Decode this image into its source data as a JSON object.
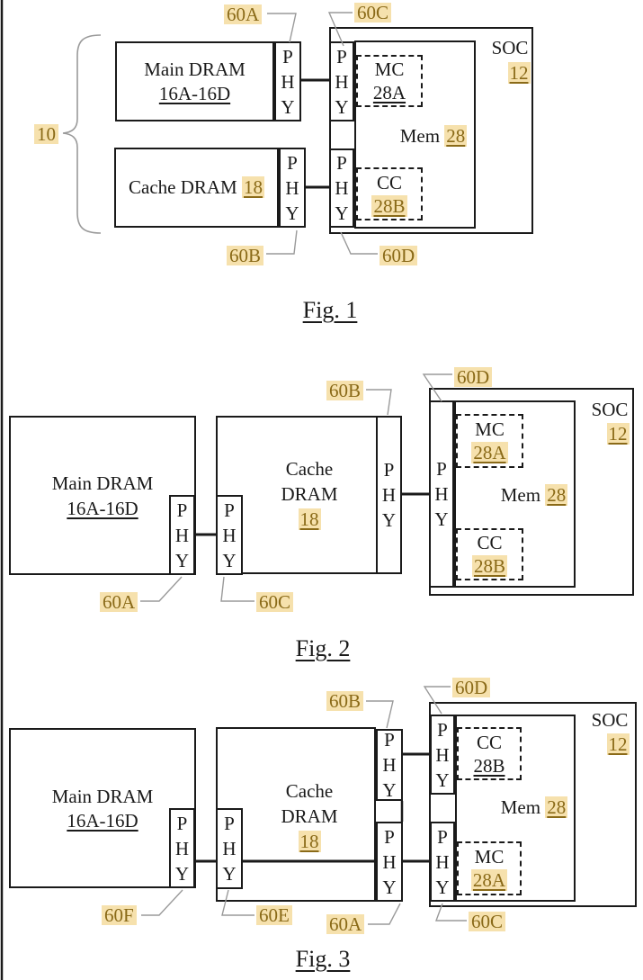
{
  "colors": {
    "ink": "#1a1a1a",
    "ref_text": "#8a6a18",
    "ref_highlight": "#f6e1ad",
    "leader_line": "#9a9a9a"
  },
  "phy": {
    "p": "P",
    "h": "H",
    "y": "Y"
  },
  "fig1": {
    "caption": "Fig. 1",
    "brace_ref": "10",
    "main_title": "Main DRAM",
    "main_ref": "16A-16D",
    "cache_title": "Cache DRAM",
    "cache_ref": "18",
    "soc_title": "SOC",
    "soc_ref": "12",
    "mem_title": "Mem",
    "mem_ref": "28",
    "mc_title": "MC",
    "mc_ref": "28A",
    "cc_title": "CC",
    "cc_ref": "28B",
    "ref_60a": "60A",
    "ref_60b": "60B",
    "ref_60c": "60C",
    "ref_60d": "60D"
  },
  "fig2": {
    "caption": "Fig. 2",
    "main_title": "Main DRAM",
    "main_ref": "16A-16D",
    "cache_line1": "Cache",
    "cache_line2": "DRAM",
    "cache_ref": "18",
    "soc_title": "SOC",
    "soc_ref": "12",
    "mem_title": "Mem",
    "mem_ref": "28",
    "mc_title": "MC",
    "mc_ref": "28A",
    "cc_title": "CC",
    "cc_ref": "28B",
    "ref_60a": "60A",
    "ref_60b": "60B",
    "ref_60c": "60C",
    "ref_60d": "60D"
  },
  "fig3": {
    "caption": "Fig. 3",
    "main_title": "Main DRAM",
    "main_ref": "16A-16D",
    "cache_line1": "Cache",
    "cache_line2": "DRAM",
    "cache_ref": "18",
    "soc_title": "SOC",
    "soc_ref": "12",
    "mem_title": "Mem",
    "mem_ref": "28",
    "mc_title": "MC",
    "mc_ref": "28A",
    "cc_title": "CC",
    "cc_ref": "28B",
    "ref_60a": "60A",
    "ref_60b": "60B",
    "ref_60c": "60C",
    "ref_60d": "60D",
    "ref_60e": "60E",
    "ref_60f": "60F"
  }
}
